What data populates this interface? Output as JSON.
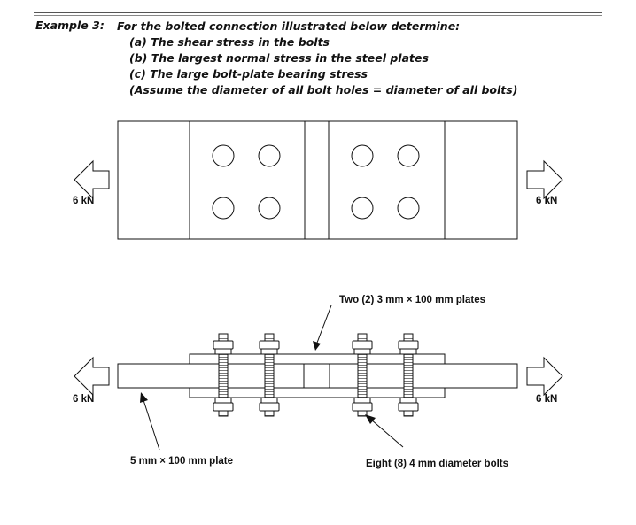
{
  "problem": {
    "label": "Example 3:",
    "lines": [
      "For the bolted connection illustrated below determine:",
      "(a) The shear stress in the bolts",
      "(b) The largest normal stress in the steel plates",
      "(c) The large bolt-plate bearing stress",
      "(Assume the diameter of all bolt holes = diameter of all bolts)"
    ]
  },
  "diagram": {
    "load_left": "6 kN",
    "load_right": "6 kN",
    "side_load_left": "6 kN",
    "side_load_right": "6 kN",
    "callout_splice_plates": "Two (2) 3 mm × 100 mm plates",
    "callout_main_plate": "5 mm × 100 mm plate",
    "callout_bolts": "Eight (8) 4 mm diameter bolts"
  }
}
